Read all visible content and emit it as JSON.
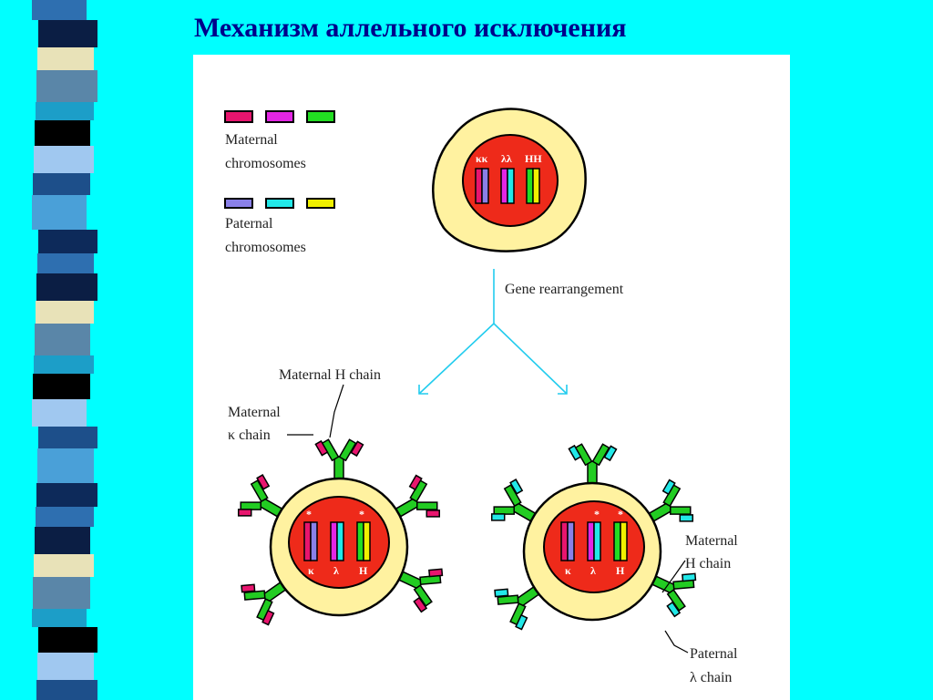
{
  "slide": {
    "title": "Механизм аллельного исключения"
  },
  "legend": {
    "maternal": {
      "label_line1": "Maternal",
      "label_line2": "chromosomes",
      "colors": [
        "#e8156e",
        "#e426e4",
        "#22dd22"
      ]
    },
    "paternal": {
      "label_line1": "Paternal",
      "label_line2": "chromosomes",
      "colors": [
        "#8a80e8",
        "#22e8e8",
        "#f0f000"
      ]
    }
  },
  "top_cell": {
    "labels": [
      "κκ",
      "λλ",
      "HH"
    ]
  },
  "arrow_label": "Gene rearrangement",
  "bottom_left_cell": {
    "labels": [
      "κ",
      "λ",
      "H"
    ],
    "markers": [
      "*",
      "*"
    ],
    "callouts": {
      "heavy": "Maternal H chain",
      "light_line1": "Maternal",
      "light_line2": "κ chain"
    }
  },
  "bottom_right_cell": {
    "labels": [
      "κ",
      "λ",
      "H"
    ],
    "markers": [
      "*",
      "*"
    ],
    "callouts": {
      "heavy_line1": "Maternal",
      "heavy_line2": "H chain",
      "light_line1": "Paternal",
      "light_line2": "λ chain"
    }
  },
  "colors": {
    "background": "#00ffff",
    "title": "#00008b",
    "cytoplasm": "#fff2a0",
    "nucleus": "#ee2a1a",
    "antibody_heavy": "#22cc22",
    "arrow": "#22ccee"
  }
}
